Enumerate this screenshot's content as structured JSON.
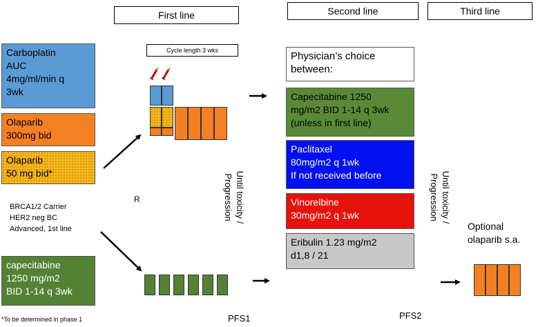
{
  "headers": {
    "first_line": "First line",
    "second_line": "Second line",
    "third_line": "Third line"
  },
  "cycle_length": "Cycle length 3 wks",
  "arms": {
    "carboplatin": "Carboplatin\nAUC\n4mg/ml/min q\n3wk",
    "olaparib_300": "Olaparib\n 300mg bid",
    "olaparib_50": "Olaparib\n50 mg bid*",
    "capecitabine": "capecitabine\n1250 mg/m2\nBID 1-14 q 3wk"
  },
  "population": "BRCA1/2 Carrier\nHER2 neg BC\nAdvanced, 1st line",
  "randomization": "R",
  "footnote": "*To be determined in phase 1",
  "until_progression_1": "Until toxicity /\nProgression",
  "until_progression_2": "Until toxicity /\nProgression",
  "second_line": {
    "physician_choice": "Physician’s choice\nbetween:",
    "capecitabine": "Capecitabine 1250\nmg/m2 BID 1-14 q 3wk\n(unless in first line)",
    "paclitaxel": "Paclitaxel\n 80mg/m2 q 1wk\nIf not received before",
    "vinorelbine": "Vinorelbine\n30mg/m2 q 1wk",
    "eribulin": "Eribulin 1.23 mg/m2\nd1,8 / 21"
  },
  "optional_olaparib": "Optional\nolaparib s.a.",
  "pfs1": "PFS1",
  "pfs2": "PFS2",
  "colors": {
    "blue": "#5b9bd5",
    "orange": "#f48024",
    "yellow": "#f7b81a",
    "green": "#548235",
    "royal_blue": "#0010f0",
    "red": "#e8120c",
    "grey": "#c8c8c8"
  },
  "icons": [
    "syringe-icon"
  ]
}
